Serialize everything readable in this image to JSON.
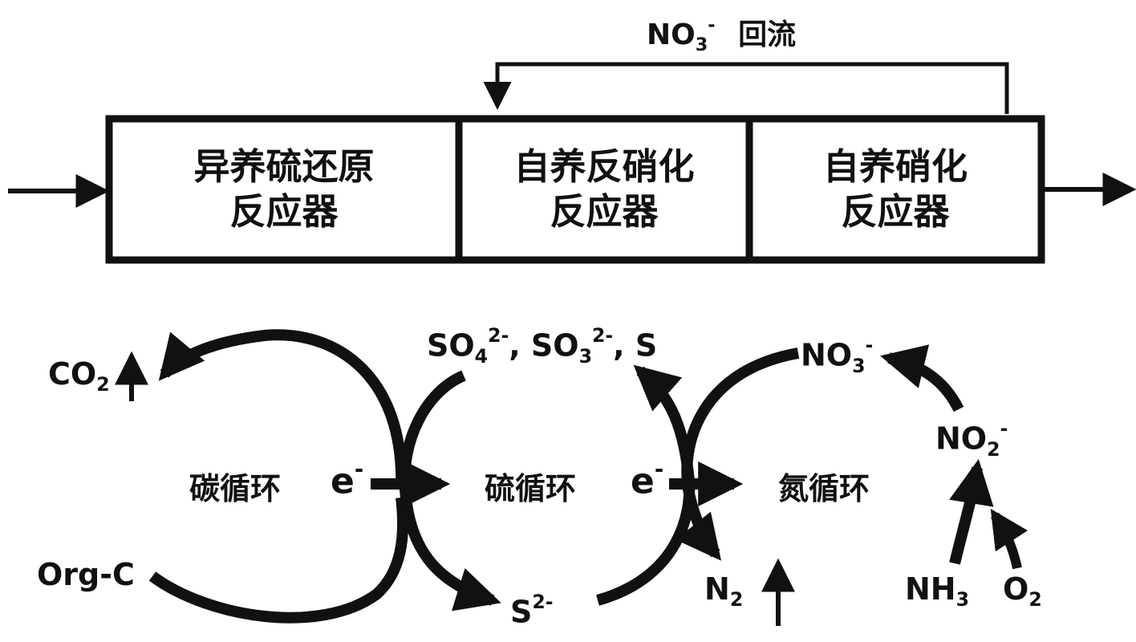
{
  "recycle_label": {
    "species": "NO",
    "sub": "3",
    "sup": "-",
    "text": "回流"
  },
  "reactors": [
    {
      "line1": "异养硫还原",
      "line2": "反应器"
    },
    {
      "line1": "自养反硝化",
      "line2": "反应器"
    },
    {
      "line1": "自养硝化",
      "line2": "反应器"
    }
  ],
  "cycles": {
    "carbon": "碳循环",
    "sulfur": "硫循环",
    "nitrogen": "氮循环"
  },
  "electron": {
    "symbol": "e",
    "charge": "-"
  },
  "species": {
    "co2": {
      "base": "CO",
      "sub": "2"
    },
    "org_c": "Org-C",
    "sulfur_oxidized": {
      "a": "SO",
      "a_sub": "4",
      "a_sup": "2-",
      "sep1": ", ",
      "b": "SO",
      "b_sub": "3",
      "b_sup": "2-",
      "sep2": ", ",
      "c": "S"
    },
    "sulfide": {
      "base": "S",
      "sup": "2-"
    },
    "no3": {
      "base": "NO",
      "sub": "3",
      "sup": "-"
    },
    "no2": {
      "base": "NO",
      "sub": "2",
      "sup": "-"
    },
    "n2": {
      "base": "N",
      "sub": "2"
    },
    "nh3": {
      "base": "NH",
      "sub": "3"
    },
    "o2": {
      "base": "O",
      "sub": "2"
    }
  }
}
